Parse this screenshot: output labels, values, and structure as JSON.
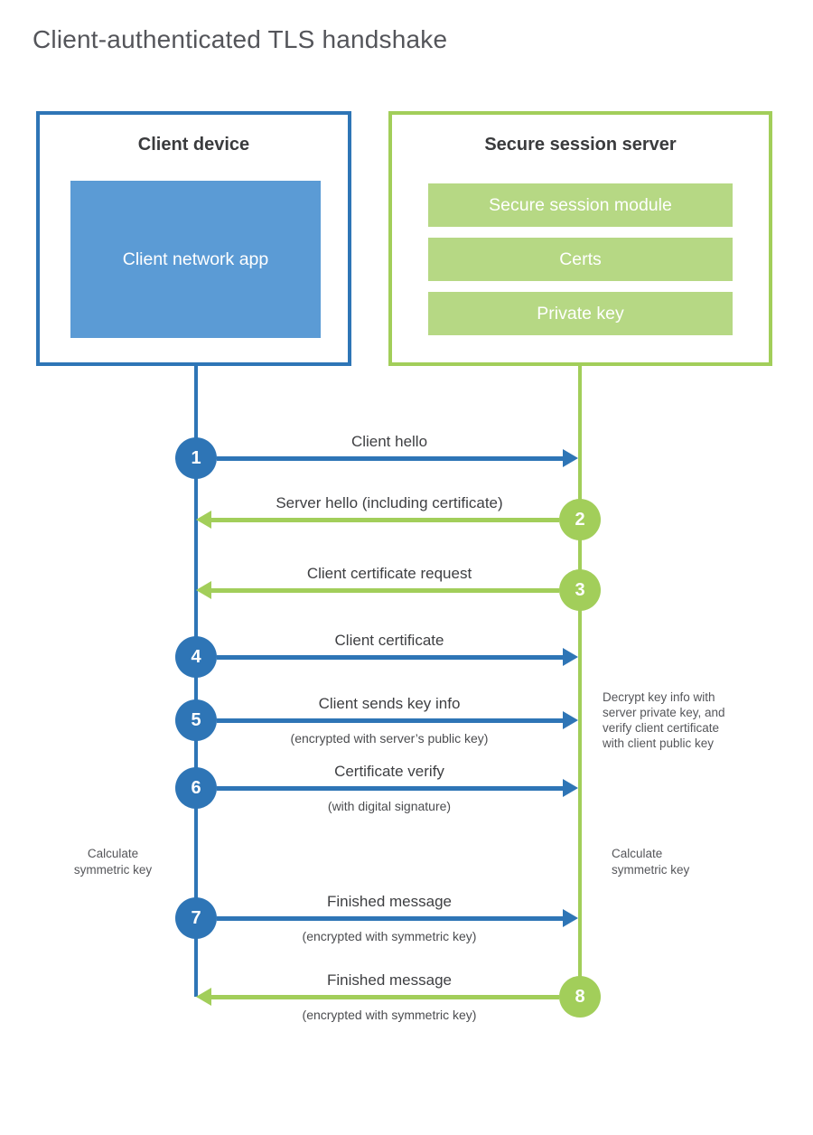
{
  "title": "Client-authenticated TLS handshake",
  "colors": {
    "client_accent": "#2e75b6",
    "client_fill": "#5b9bd5",
    "server_accent": "#a2ce5a",
    "server_fill": "#b6d884"
  },
  "client": {
    "heading": "Client device",
    "app_label": "Client network app"
  },
  "server": {
    "heading": "Secure session server",
    "modules": [
      "Secure session module",
      "Certs",
      "Private key"
    ]
  },
  "steps": [
    {
      "num": "1",
      "from": "client",
      "label": "Client hello",
      "sub": ""
    },
    {
      "num": "2",
      "from": "server",
      "label": "Server hello (including certificate)",
      "sub": ""
    },
    {
      "num": "3",
      "from": "server",
      "label": "Client certificate request",
      "sub": ""
    },
    {
      "num": "4",
      "from": "client",
      "label": "Client certificate",
      "sub": ""
    },
    {
      "num": "5",
      "from": "client",
      "label": "Client sends key info",
      "sub": "(encrypted with server’s public key)"
    },
    {
      "num": "6",
      "from": "client",
      "label": "Certificate verify",
      "sub": "(with digital signature)"
    },
    {
      "num": "7",
      "from": "client",
      "label": "Finished message",
      "sub": "(encrypted with symmetric key)"
    },
    {
      "num": "8",
      "from": "server",
      "label": "Finished message",
      "sub": "(encrypted with symmetric key)"
    }
  ],
  "annotations": {
    "calc_left": {
      "lines": [
        "Calculate",
        "symmetric key"
      ]
    },
    "calc_right": {
      "lines": [
        "Calculate",
        "symmetric key"
      ]
    },
    "decrypt_note": {
      "lines": [
        "Decrypt key info with",
        "server private key, and",
        "verify client certificate",
        "with client public key"
      ]
    }
  }
}
